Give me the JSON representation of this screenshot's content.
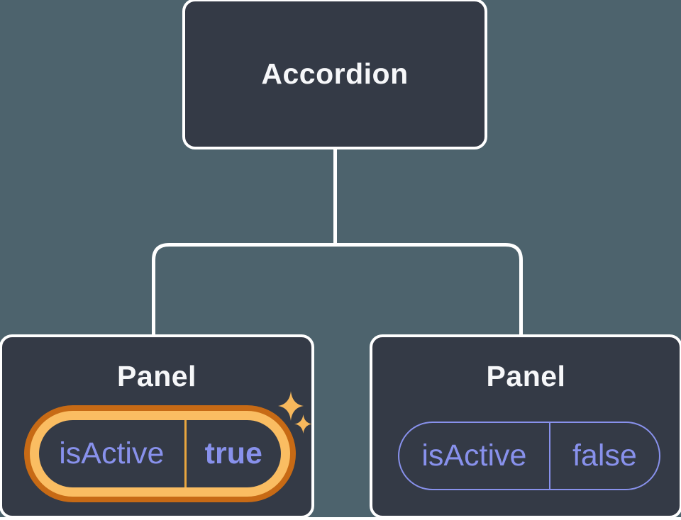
{
  "diagram": {
    "description": "Component tree diagram",
    "root": {
      "label": "Accordion"
    },
    "children": [
      {
        "label": "Panel",
        "state": {
          "key": "isActive",
          "value": "true"
        },
        "highlighted": true
      },
      {
        "label": "Panel",
        "state": {
          "key": "isActive",
          "value": "false"
        },
        "highlighted": false
      }
    ]
  },
  "icons": {
    "sparkle_large": "sparkle-icon",
    "sparkle_small": "sparkle-icon"
  },
  "colors": {
    "background": "#4D636D",
    "node_fill": "#343A46",
    "node_border": "#FFFFFF",
    "title_text": "#F6F7F9",
    "purple": "#8891EC",
    "highlight_outer": "#C76A15",
    "highlight_inner": "#FABD62",
    "highlight_divider": "#E9A63F",
    "sparkle": "#F7B85C",
    "connector": "#FFFFFF"
  }
}
